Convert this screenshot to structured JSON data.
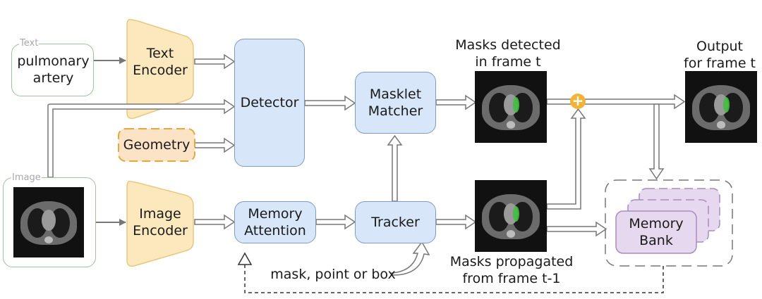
{
  "inputs": {
    "text": {
      "tag": "Text",
      "value_line1": "pulmonary",
      "value_line2": "artery"
    },
    "image": {
      "tag": "Image"
    }
  },
  "encoders": {
    "text": {
      "line1": "Text",
      "line2": "Encoder"
    },
    "image": {
      "line1": "Image",
      "line2": "Encoder"
    }
  },
  "geometry": {
    "label": "Geometry"
  },
  "detector": {
    "label": "Detector"
  },
  "masklet_matcher": {
    "line1": "Masklet",
    "line2": "Matcher"
  },
  "memory_attention": {
    "line1": "Memory",
    "line2": "Attention"
  },
  "tracker": {
    "label": "Tracker"
  },
  "prompt_label": "mask, point or box",
  "masks_detected": {
    "line1": "Masks detected",
    "line2": "in frame t"
  },
  "masks_propagated": {
    "line1": "Masks propagated",
    "line2": "from frame t-1"
  },
  "output": {
    "line1": "Output",
    "line2": "for frame t"
  },
  "memory_bank": {
    "line1": "Memory",
    "line2": "Bank"
  },
  "combine_symbol": "+",
  "colors": {
    "encoder_fill": "#fbe8bd",
    "encoder_stroke": "#e8c880",
    "module_fill": "#d7e6f8",
    "module_stroke": "#7e9cc0",
    "geometry_fill": "#fde3c6",
    "geometry_stroke": "#e0aa3e",
    "memory_bank_fill": "#e6d8ee",
    "memory_bank_stroke": "#a98bbb",
    "input_stroke": "#9dc49a",
    "combine": "#f3b238",
    "mask": "#3fbf3f"
  }
}
